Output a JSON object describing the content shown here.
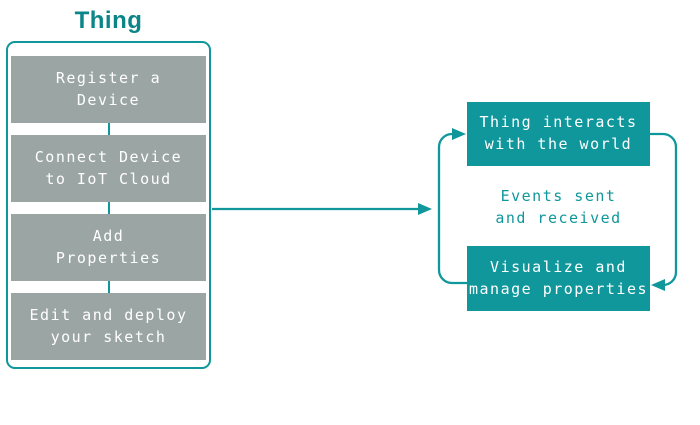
{
  "title": "Thing",
  "colors": {
    "teal": "#0f979c",
    "teal-title": "#0c8589",
    "gray": "#9ba5a3",
    "box-text": "#ffffff",
    "background": "#ffffff"
  },
  "flow": {
    "steps": [
      {
        "label": "Register a\nDevice"
      },
      {
        "label": "Connect Device\nto IoT Cloud"
      },
      {
        "label": "Add\nProperties"
      },
      {
        "label": "Edit and deploy\nyour sketch"
      }
    ]
  },
  "cycle": {
    "top_box_label": "Thing interacts\nwith the world",
    "middle_label": "Events sent\nand received",
    "bottom_box_label": "Visualize and\nmanage properties"
  }
}
